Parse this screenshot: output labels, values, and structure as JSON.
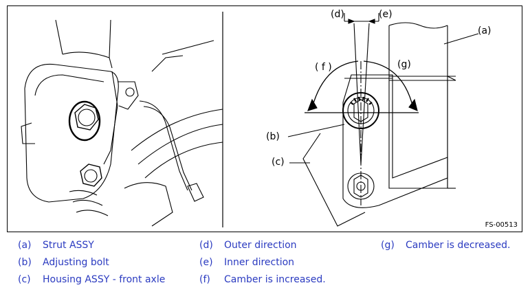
{
  "figure": {
    "code": "FS-00513",
    "callouts": {
      "a": "(a)",
      "b": "(b)",
      "c": "(c)",
      "d": "(d)",
      "e": "(e)",
      "f": "( f )",
      "g": "(g)"
    }
  },
  "legend": [
    {
      "key": "(a)",
      "text": "Strut ASSY"
    },
    {
      "key": "(b)",
      "text": "Adjusting bolt"
    },
    {
      "key": "(c)",
      "text": "Housing ASSY - front axle"
    },
    {
      "key": "(d)",
      "text": "Outer direction"
    },
    {
      "key": "(e)",
      "text": "Inner direction"
    },
    {
      "key": "(f)",
      "text": "Camber is increased."
    },
    {
      "key": "(g)",
      "text": "Camber is decreased."
    }
  ],
  "colors": {
    "legend_text": "#2a3ac0",
    "line": "#000000"
  }
}
